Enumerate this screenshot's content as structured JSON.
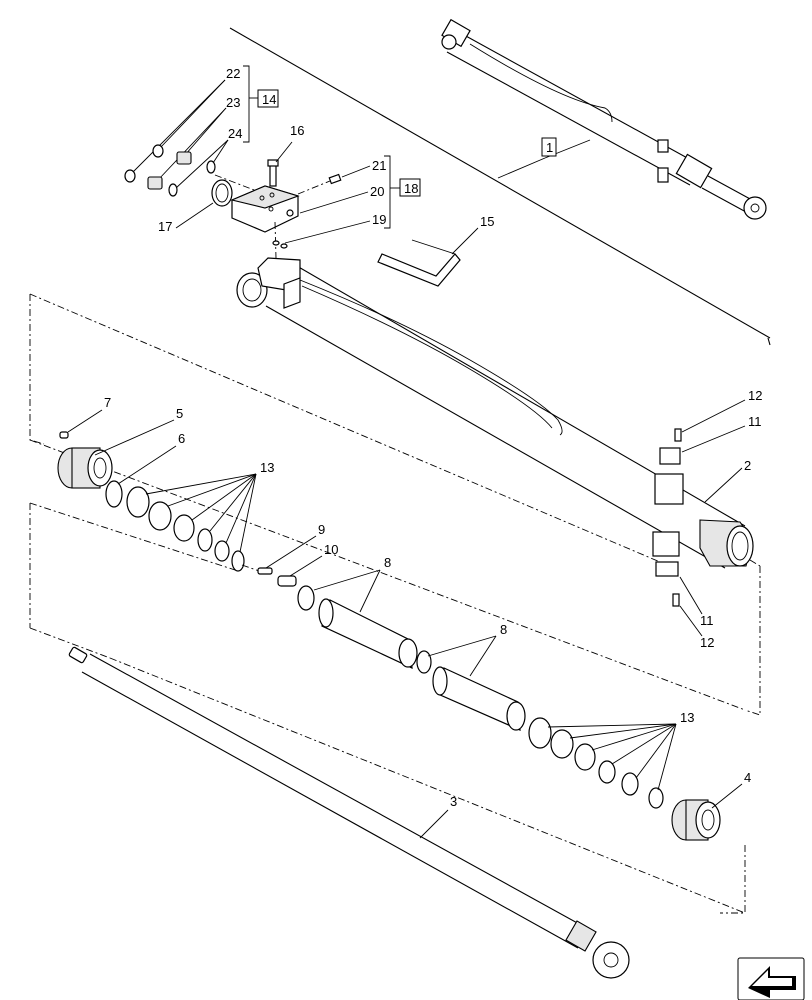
{
  "labels": {
    "l1": "1",
    "l2": "2",
    "l3": "3",
    "l4": "4",
    "l5": "5",
    "l6": "6",
    "l7": "7",
    "l8a": "8",
    "l8b": "8",
    "l9": "9",
    "l10": "10",
    "l11a": "11",
    "l11b": "11",
    "l12a": "12",
    "l12b": "12",
    "l13a": "13",
    "l13b": "13",
    "l14": "14",
    "l15": "15",
    "l16": "16",
    "l17": "17",
    "l18": "18",
    "l19": "19",
    "l20": "20",
    "l21": "21",
    "l22": "22",
    "l23": "23",
    "l24": "24"
  },
  "icons": {
    "navigation": "arrow-left-down-icon"
  },
  "colors": {
    "line": "#000000",
    "background": "#ffffff",
    "shade": "#e6e6e6"
  }
}
